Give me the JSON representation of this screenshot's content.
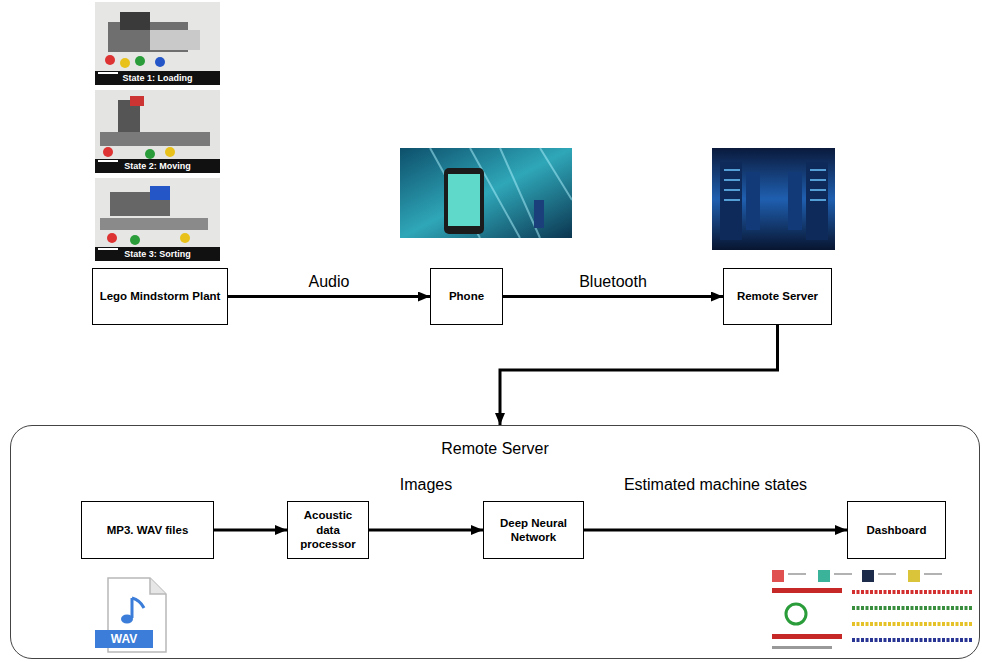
{
  "diagram": {
    "nodes": [
      {
        "text": [
          "Lego Mindstorm Plant"
        ]
      },
      {
        "text": [
          "Phone"
        ]
      },
      {
        "text": [
          "Remote Server"
        ]
      },
      {
        "text": [
          "Remote Server"
        ]
      },
      {
        "text": [
          "MP3. WAV files"
        ],
        "in": 3
      },
      {
        "text": [
          "Acoustic data processor"
        ],
        "in": 3
      },
      {
        "text": [
          "Deep Neural Network"
        ],
        "in": 3
      },
      {
        "text": [
          "Dashboard"
        ],
        "in": 3
      }
    ],
    "edges": [
      {
        "from": 0,
        "to": 1,
        "label": "Audio",
        "arrow": "to"
      },
      {
        "from": 1,
        "to": 2,
        "label": "Bluetooth",
        "arrow": "to"
      },
      {
        "from": 2,
        "to": 3,
        "arrow": "to"
      },
      {
        "from": 4,
        "to": 5,
        "arrow": "to"
      },
      {
        "from": 5,
        "to": 6,
        "label": "Images",
        "arrow": "to"
      },
      {
        "from": 6,
        "to": 7,
        "label": "Estimated machine states",
        "arrow": "to"
      }
    ],
    "labels": [
      "State 1: Loading",
      "State 2: Moving",
      "State 3: Sorting",
      "WAV"
    ]
  }
}
